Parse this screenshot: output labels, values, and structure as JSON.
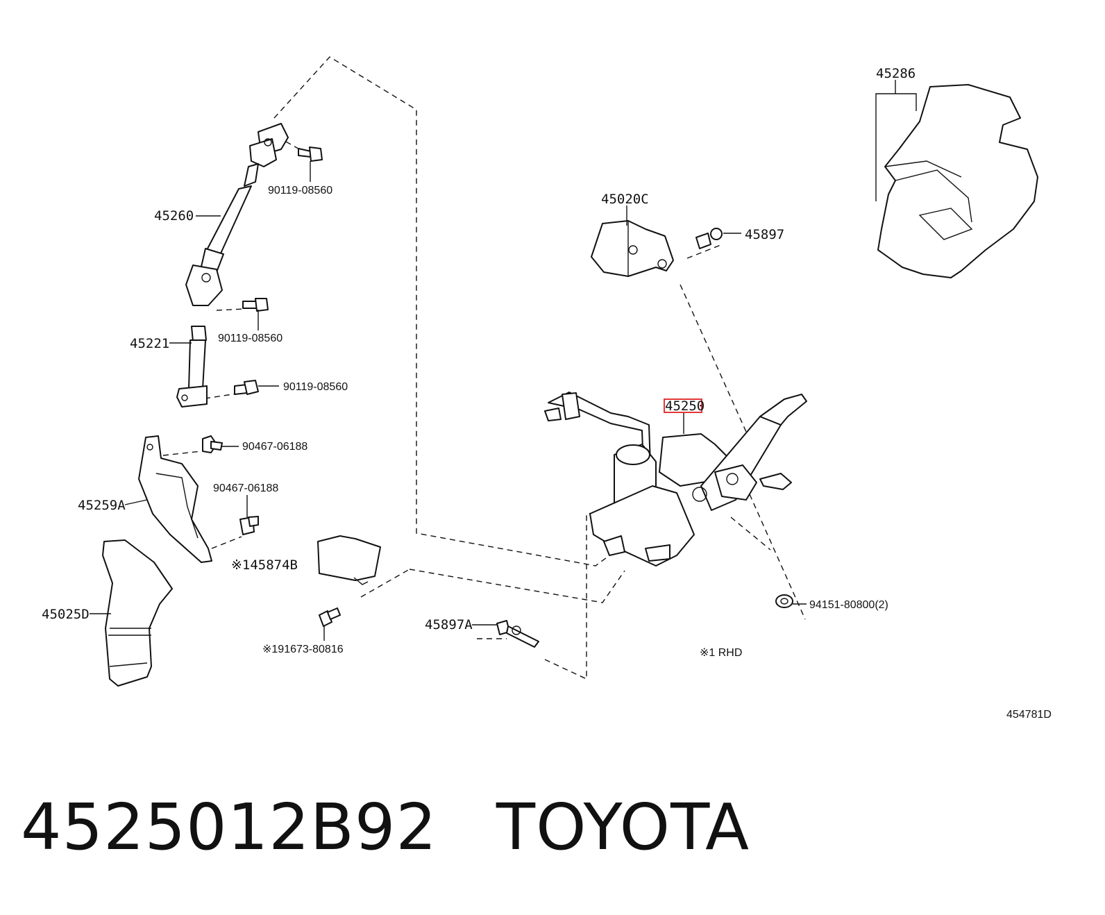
{
  "diagram": {
    "labels": {
      "l45286": "45286",
      "l45020c": "45020C",
      "l45897": "45897",
      "l45260": "45260",
      "l90119a": "90119-08560",
      "l90119b": "90119-08560",
      "l90119c": "90119-08560",
      "l45221": "45221",
      "l90467a": "90467-06188",
      "l90467b": "90467-06188",
      "l45259a": "45259A",
      "l45874b": "※145874B",
      "l45025d": "45025D",
      "l191673": "※191673-80816",
      "l45897a": "45897A",
      "l45250": "45250",
      "l94151": "94151-80800(2)",
      "rhd_note": "※1 RHD",
      "diagram_code": "454781D"
    },
    "highlight_color": "#e02020"
  },
  "footer": {
    "part_number": "4525012B92",
    "brand": "TOYOTA"
  }
}
